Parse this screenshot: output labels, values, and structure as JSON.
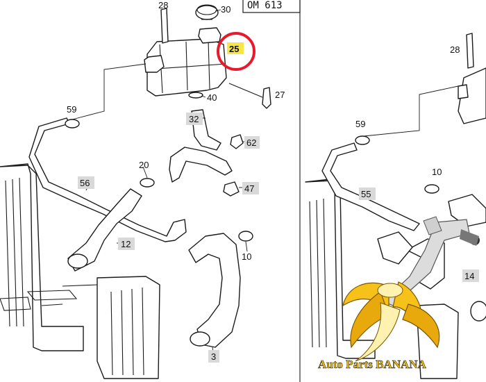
{
  "header": {
    "engine_code": "OM 613"
  },
  "callouts": {
    "c3": "3",
    "c10l": "10",
    "c12": "12",
    "c14": "14",
    "c20": "20",
    "c25": "25",
    "c27": "27",
    "c28l": "28",
    "c30": "30",
    "c32": "32",
    "c40": "40",
    "c47": "47",
    "c55": "55",
    "c56": "56",
    "c59l": "59",
    "c62": "62",
    "c28r": "28",
    "c59r": "59",
    "c10r": "10"
  },
  "highlight": {
    "part_number": "25",
    "fill": "#f7e64a",
    "ring": "#e8192c"
  },
  "watermark": {
    "brand_text": "Auto Parts BANANA"
  },
  "colors": {
    "line": "#1a1a1a",
    "banana": "#f6c21a",
    "arm": "#d8d8d8"
  }
}
